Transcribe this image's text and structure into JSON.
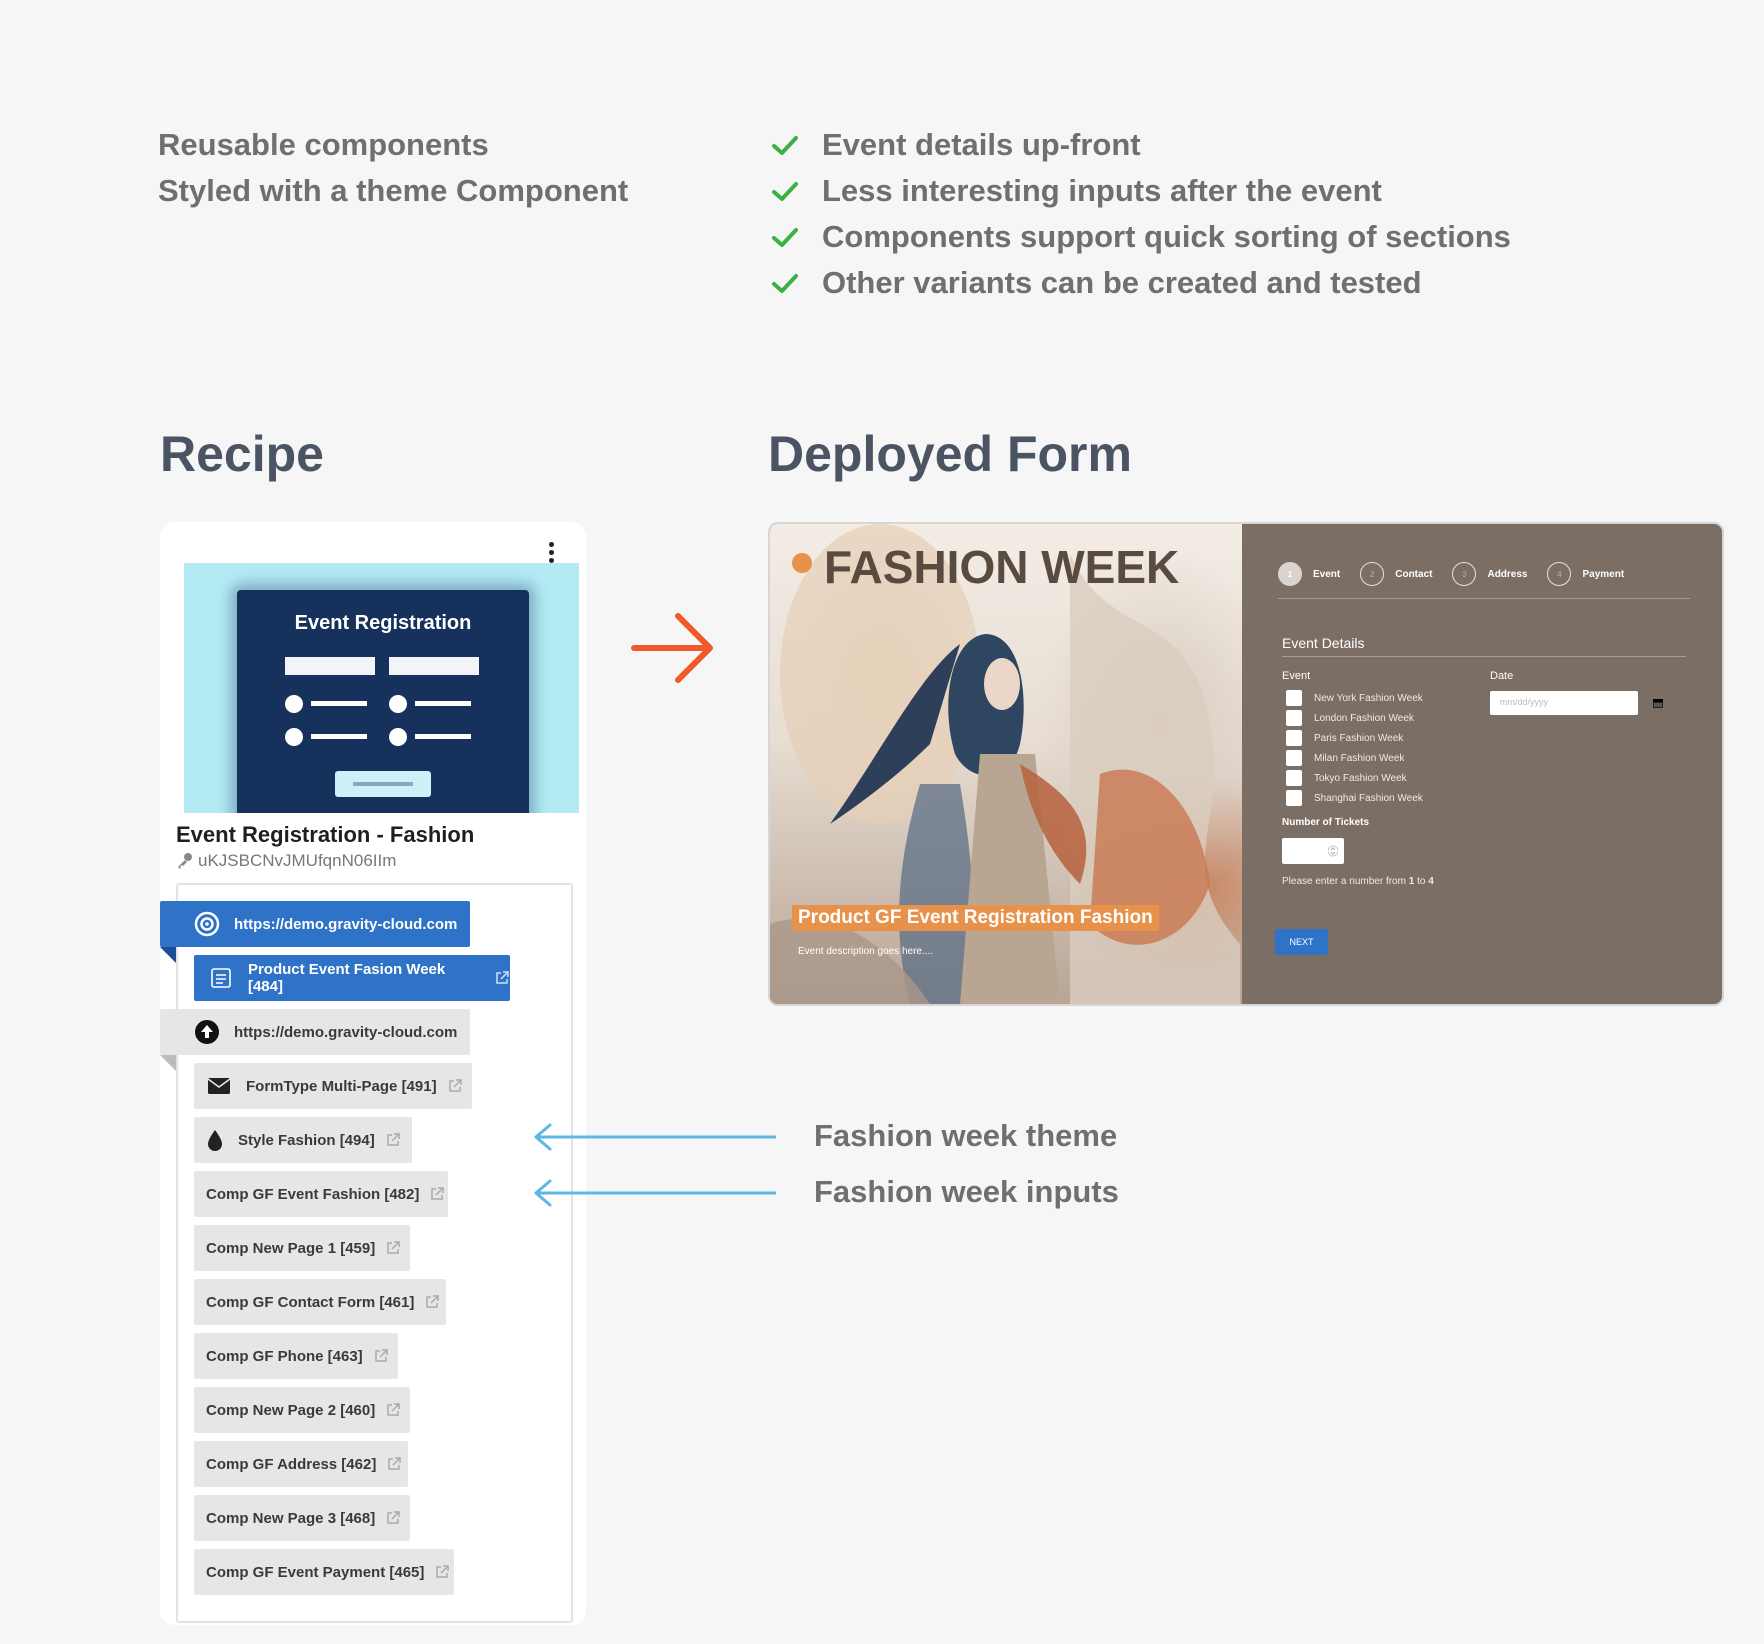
{
  "intro": {
    "left_lines": [
      "Reusable components",
      "Styled with a theme Component"
    ],
    "checks": [
      "Event details up-front",
      "Less interesting inputs after the event",
      "Components support quick sorting of sections",
      "Other variants can be created and tested"
    ]
  },
  "colors": {
    "check": "#3cb043",
    "accent_blue": "#2f73c9",
    "arrow_red": "#f05a2a",
    "arrow_blue": "#5bb8e6",
    "form_bg": "#7b6e64",
    "orange": "#e8914a"
  },
  "recipe": {
    "section_title": "Recipe",
    "thumbnail_title": "Event Registration",
    "name": "Event Registration - Fashion",
    "key": "uKJSBCNvJMUfqnN06IIm",
    "items": [
      {
        "label": "https://demo.gravity-cloud.com",
        "icon": "target-icon",
        "style": "blue"
      },
      {
        "label": "Product Event Fasion Week [484]",
        "icon": "form-icon",
        "style": "blue"
      },
      {
        "label": "https://demo.gravity-cloud.com",
        "icon": "upload-icon",
        "style": "grey"
      },
      {
        "label": "FormType Multi-Page [491]",
        "icon": "envelope-icon",
        "style": "grey"
      },
      {
        "label": "Style Fashion [494]",
        "icon": "drop-icon",
        "style": "grey"
      },
      {
        "label": "Comp GF Event Fashion [482]",
        "style": "grey"
      },
      {
        "label": "Comp New Page 1 [459]",
        "style": "grey"
      },
      {
        "label": "Comp GF Contact Form [461]",
        "style": "grey"
      },
      {
        "label": "Comp GF Phone [463]",
        "style": "grey"
      },
      {
        "label": "Comp New Page 2 [460]",
        "style": "grey"
      },
      {
        "label": "Comp GF Address [462]",
        "style": "grey"
      },
      {
        "label": "Comp New Page 3 [468]",
        "style": "grey"
      },
      {
        "label": "Comp GF Event Payment [465]",
        "style": "grey"
      }
    ]
  },
  "deployed": {
    "section_title": "Deployed Form",
    "hero_title": "FASHION WEEK",
    "product_title": "Product GF Event Registration Fashion",
    "event_description": "Event description goes here....",
    "steps": [
      {
        "num": "1",
        "label": "Event"
      },
      {
        "num": "2",
        "label": "Contact"
      },
      {
        "num": "3",
        "label": "Address"
      },
      {
        "num": "4",
        "label": "Payment"
      }
    ],
    "section_heading": "Event Details",
    "event_label": "Event",
    "date_label": "Date",
    "date_placeholder": "mm/dd/yyyy",
    "events": [
      "New York Fashion Week",
      "London Fashion Week",
      "Paris Fashion Week",
      "Milan Fashion Week",
      "Tokyo Fashion Week",
      "Shanghai Fashion Week"
    ],
    "tickets_label": "Number of Tickets",
    "hint_prefix": "Please enter a number from ",
    "hint_min": "1",
    "hint_mid": " to ",
    "hint_max": "4",
    "next_label": "NEXT"
  },
  "annotations": [
    "Fashion week theme",
    "Fashion week inputs"
  ]
}
